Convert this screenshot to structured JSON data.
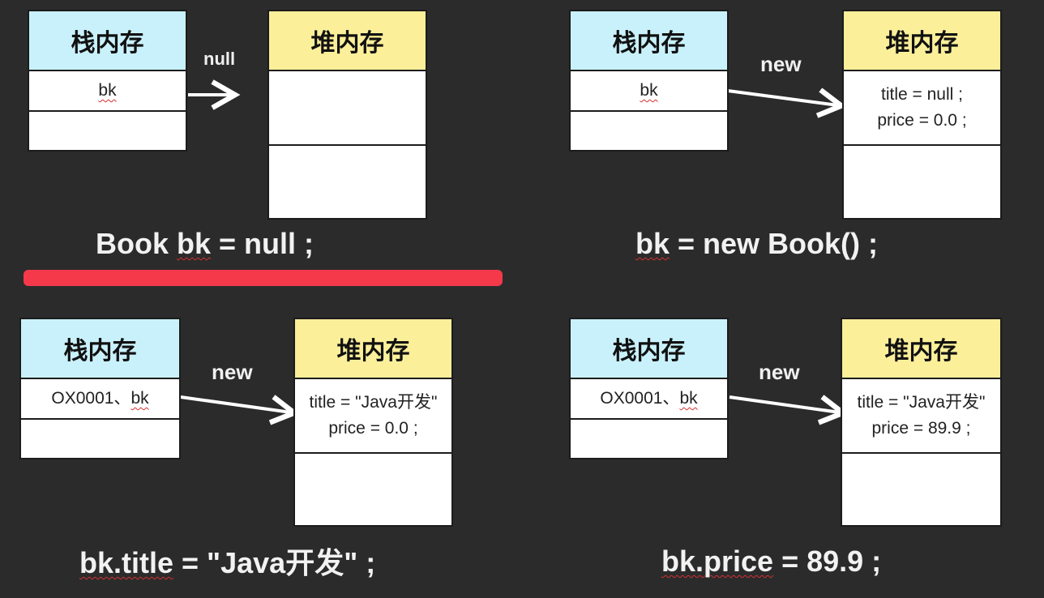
{
  "labels": {
    "stack": "栈内存",
    "heap": "堆内存"
  },
  "panels": [
    {
      "stack_cell": "bk",
      "arrow_label": "null",
      "heap_lines": [],
      "code_prefix": "Book ",
      "code_var": "bk",
      "code_suffix": " = null ;"
    },
    {
      "stack_cell": "bk",
      "arrow_label": "new",
      "heap_lines": [
        "title = null ;",
        "price = 0.0 ;"
      ],
      "code_prefix": "",
      "code_var": "bk",
      "code_suffix": " = new Book() ;"
    },
    {
      "stack_cell_prefix": "OX0001、",
      "stack_cell": "bk",
      "arrow_label": "new",
      "heap_lines": [
        "title = \"Java开发\"",
        "price = 0.0 ;"
      ],
      "code_prefix": "",
      "code_var": "bk.title",
      "code_suffix": " = \"Java开发\" ;"
    },
    {
      "stack_cell_prefix": "OX0001、",
      "stack_cell": "bk",
      "arrow_label": "new",
      "heap_lines": [
        "title = \"Java开发\"",
        "price = 89.9 ;"
      ],
      "code_prefix": "",
      "code_var": "bk.price",
      "code_suffix": " = 89.9 ;"
    }
  ],
  "colors": {
    "background": "#2b2b2b",
    "stack_header": "#c9f1fb",
    "heap_header": "#fbef9a",
    "highlight_underline": "#f5394a"
  }
}
